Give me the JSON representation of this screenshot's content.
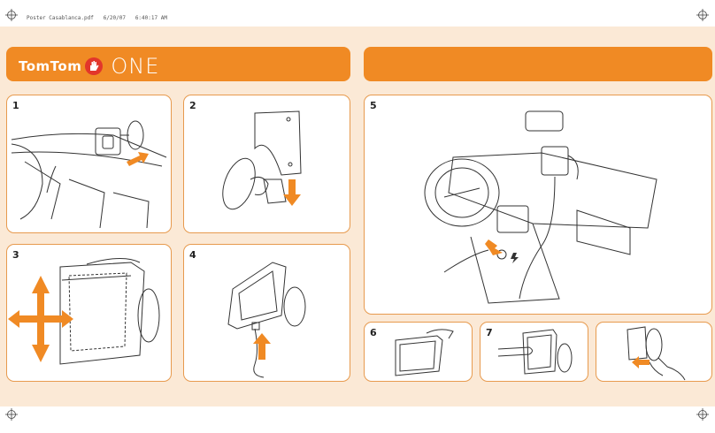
{
  "print_header": {
    "text": "Poster Casablanca.pdf   6/20/07   6:40:17 AM"
  },
  "banner": {
    "brand": "TomTom",
    "product": "ONE"
  },
  "steps": [
    {
      "label": "1"
    },
    {
      "label": "2"
    },
    {
      "label": "3"
    },
    {
      "label": "4"
    },
    {
      "label": "5"
    },
    {
      "label": "6"
    },
    {
      "label": "7"
    }
  ],
  "colors": {
    "accent": "#f08a24",
    "sheet": "#fbe9d6",
    "panel_border": "#e79a4e",
    "line": "#333333"
  },
  "icons": [
    "registration-mark-icon",
    "tomtom-hand-logo-icon",
    "arrow-icon",
    "power-icon"
  ]
}
